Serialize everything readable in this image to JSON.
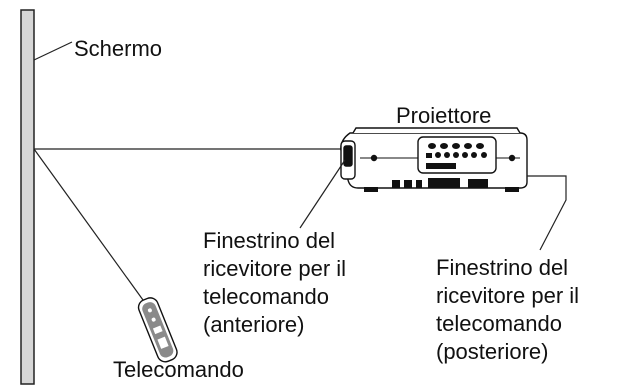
{
  "labels": {
    "screen": "Schermo",
    "projector": "Proiettore",
    "remote": "Telecomando",
    "front_window": [
      "Finestrino del",
      "ricevitore per il",
      "telecomando",
      "(anteriore)"
    ],
    "rear_window": [
      "Finestrino del",
      "ricevitore per il",
      "telecomando",
      "(posteriore)"
    ]
  }
}
